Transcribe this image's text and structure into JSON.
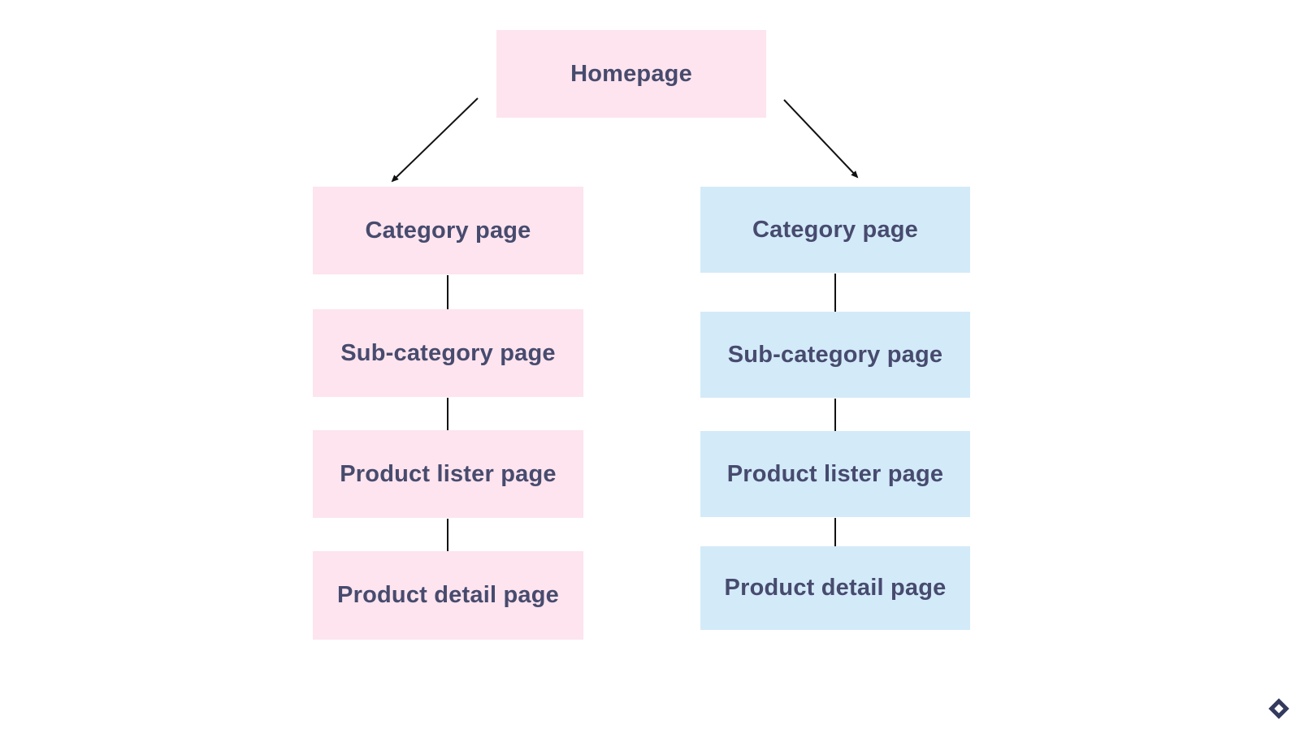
{
  "diagram": {
    "type": "flowchart",
    "description": "Website navigation hierarchy with two parallel category branches",
    "colors": {
      "pink_node": "#fde4ee",
      "blue_node": "#d3eaf9",
      "node_text": "#474b6e",
      "arrow": "#111111",
      "logo": "#343a5e"
    },
    "nodes": [
      {
        "id": "homepage",
        "label": "Homepage",
        "branch": "root",
        "color": "pink"
      },
      {
        "id": "category-left",
        "label": "Category page",
        "branch": "left",
        "color": "pink"
      },
      {
        "id": "subcategory-left",
        "label": "Sub-category page",
        "branch": "left",
        "color": "pink"
      },
      {
        "id": "product-lister-left",
        "label": "Product lister page",
        "branch": "left",
        "color": "pink"
      },
      {
        "id": "product-detail-left",
        "label": "Product detail page",
        "branch": "left",
        "color": "pink"
      },
      {
        "id": "category-right",
        "label": "Category page",
        "branch": "right",
        "color": "blue"
      },
      {
        "id": "subcategory-right",
        "label": "Sub-category page",
        "branch": "right",
        "color": "blue"
      },
      {
        "id": "product-lister-right",
        "label": "Product lister page",
        "branch": "right",
        "color": "blue"
      },
      {
        "id": "product-detail-right",
        "label": "Product detail page",
        "branch": "right",
        "color": "blue"
      }
    ],
    "edges": [
      {
        "from": "homepage",
        "to": "category-left"
      },
      {
        "from": "homepage",
        "to": "category-right"
      },
      {
        "from": "category-left",
        "to": "subcategory-left"
      },
      {
        "from": "subcategory-left",
        "to": "product-lister-left"
      },
      {
        "from": "product-lister-left",
        "to": "product-detail-left"
      },
      {
        "from": "category-right",
        "to": "subcategory-right"
      },
      {
        "from": "subcategory-right",
        "to": "product-lister-right"
      },
      {
        "from": "product-lister-right",
        "to": "product-detail-right"
      }
    ],
    "watermark_icon": "diamond-logo"
  }
}
